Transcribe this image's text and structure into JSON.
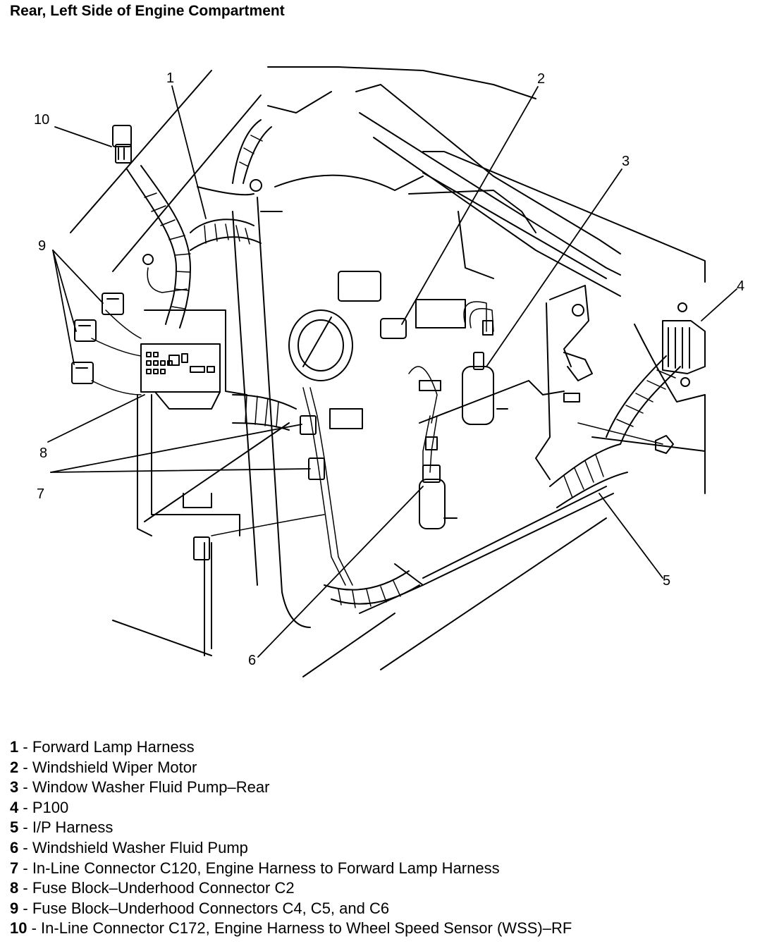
{
  "title": "Rear, Left Side of Engine Compartment",
  "callouts": [
    {
      "num": "1"
    },
    {
      "num": "2"
    },
    {
      "num": "3"
    },
    {
      "num": "4"
    },
    {
      "num": "5"
    },
    {
      "num": "6"
    },
    {
      "num": "7"
    },
    {
      "num": "8"
    },
    {
      "num": "9"
    },
    {
      "num": "10"
    }
  ],
  "legend": [
    {
      "num": "1",
      "sep": " - ",
      "text": "Forward Lamp Harness"
    },
    {
      "num": "2",
      "sep": " - ",
      "text": "Windshield Wiper Motor"
    },
    {
      "num": "3",
      "sep": " - ",
      "text": "Window Washer Fluid Pump–Rear"
    },
    {
      "num": "4",
      "sep": " - ",
      "text": "P100"
    },
    {
      "num": "5",
      "sep": " - ",
      "text": "I/P Harness"
    },
    {
      "num": "6",
      "sep": " - ",
      "text": "Windshield Washer Fluid Pump"
    },
    {
      "num": "7",
      "sep": " - ",
      "text": "In-Line Connector C120, Engine Harness to Forward Lamp Harness"
    },
    {
      "num": "8",
      "sep": " - ",
      "text": "Fuse Block–Underhood Connector C2"
    },
    {
      "num": "9",
      "sep": " - ",
      "text": "Fuse Block–Underhood Connectors C4, C5, and C6"
    },
    {
      "num": "10",
      "sep": " - ",
      "text": "In-Line Connector C172, Engine Harness to Wheel Speed Sensor (WSS)–RF"
    }
  ]
}
